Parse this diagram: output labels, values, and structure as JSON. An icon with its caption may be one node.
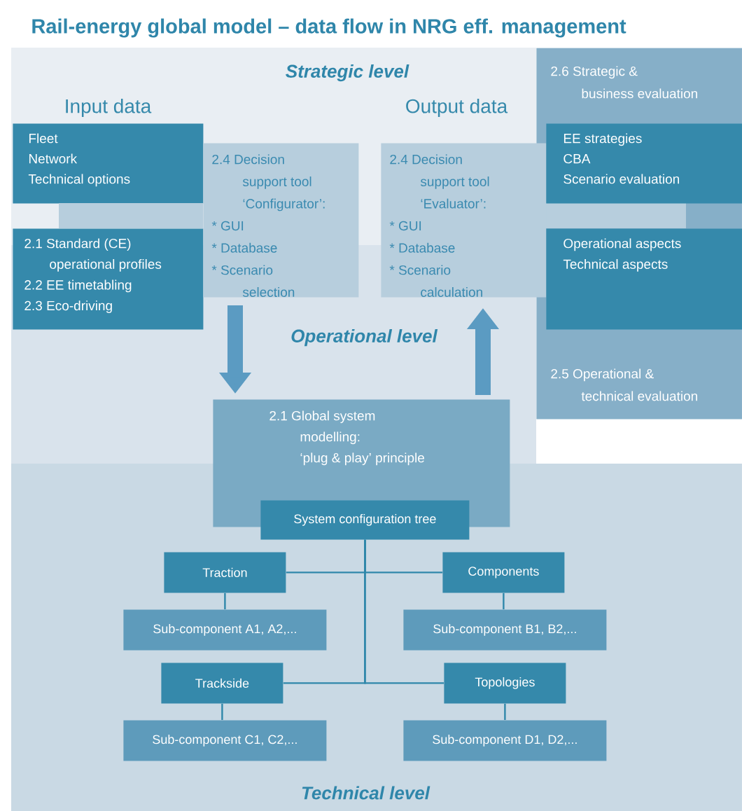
{
  "diagram": {
    "title": "Rail-energy global model – data flow in NRG eff. management",
    "nodes": [
      {
        "text": [
          "Fleet",
          "Network",
          "Technical options"
        ]
      },
      {
        "text": [
          "2.1 Standard (CE) operational profiles",
          "2.2 EE timetabling",
          "2.3 Eco-driving"
        ]
      },
      {
        "text": [
          "2.4 Decision support tool ‘Configurator’:",
          "* GUI",
          "* Database",
          "* Scenario selection"
        ]
      },
      {
        "text": [
          "2.4 Decision support tool ‘Evaluator’:",
          "* GUI",
          "* Database",
          "* Scenario calculation"
        ]
      },
      {
        "text": [
          "2.6 Strategic & business evaluation",
          "2.5 Operational & technical evaluation"
        ]
      },
      {
        "text": [
          "EE strategies",
          "CBA",
          "Scenario evaluation"
        ],
        "in": 4
      },
      {
        "text": [
          "Operational aspects",
          "Technical aspects"
        ],
        "in": 4
      },
      {
        "text": [
          "2.1 Global system modelling: ‘plug & play’ principle"
        ]
      },
      {
        "text": [
          "System configuration tree"
        ]
      },
      {
        "text": [
          "Traction"
        ]
      },
      {
        "text": [
          "Components"
        ]
      },
      {
        "text": [
          "Sub-component A1, A2,..."
        ]
      },
      {
        "text": [
          "Sub-component B1, B2,..."
        ]
      },
      {
        "text": [
          "Trackside"
        ]
      },
      {
        "text": [
          "Topologies"
        ]
      },
      {
        "text": [
          "Sub-component C1, C2,..."
        ]
      },
      {
        "text": [
          "Sub-component D1, D2,..."
        ]
      }
    ],
    "edges": [
      {
        "from": 2,
        "to": 7,
        "arrow": "to",
        "style": "thick"
      },
      {
        "from": 7,
        "to": 3,
        "arrow": "to",
        "style": "thick"
      },
      {
        "from": 8,
        "to": 9,
        "arrow": "none"
      },
      {
        "from": 8,
        "to": 10,
        "arrow": "none"
      },
      {
        "from": 8,
        "to": 13,
        "arrow": "none"
      },
      {
        "from": 8,
        "to": 14,
        "arrow": "none"
      },
      {
        "from": 9,
        "to": 11,
        "arrow": "none"
      },
      {
        "from": 10,
        "to": 12,
        "arrow": "none"
      },
      {
        "from": 13,
        "to": 15,
        "arrow": "none"
      },
      {
        "from": 14,
        "to": 16,
        "arrow": "none"
      }
    ],
    "labels": [
      "Strategic level",
      "Input data",
      "Output data",
      "Operational level",
      "Technical level"
    ]
  }
}
